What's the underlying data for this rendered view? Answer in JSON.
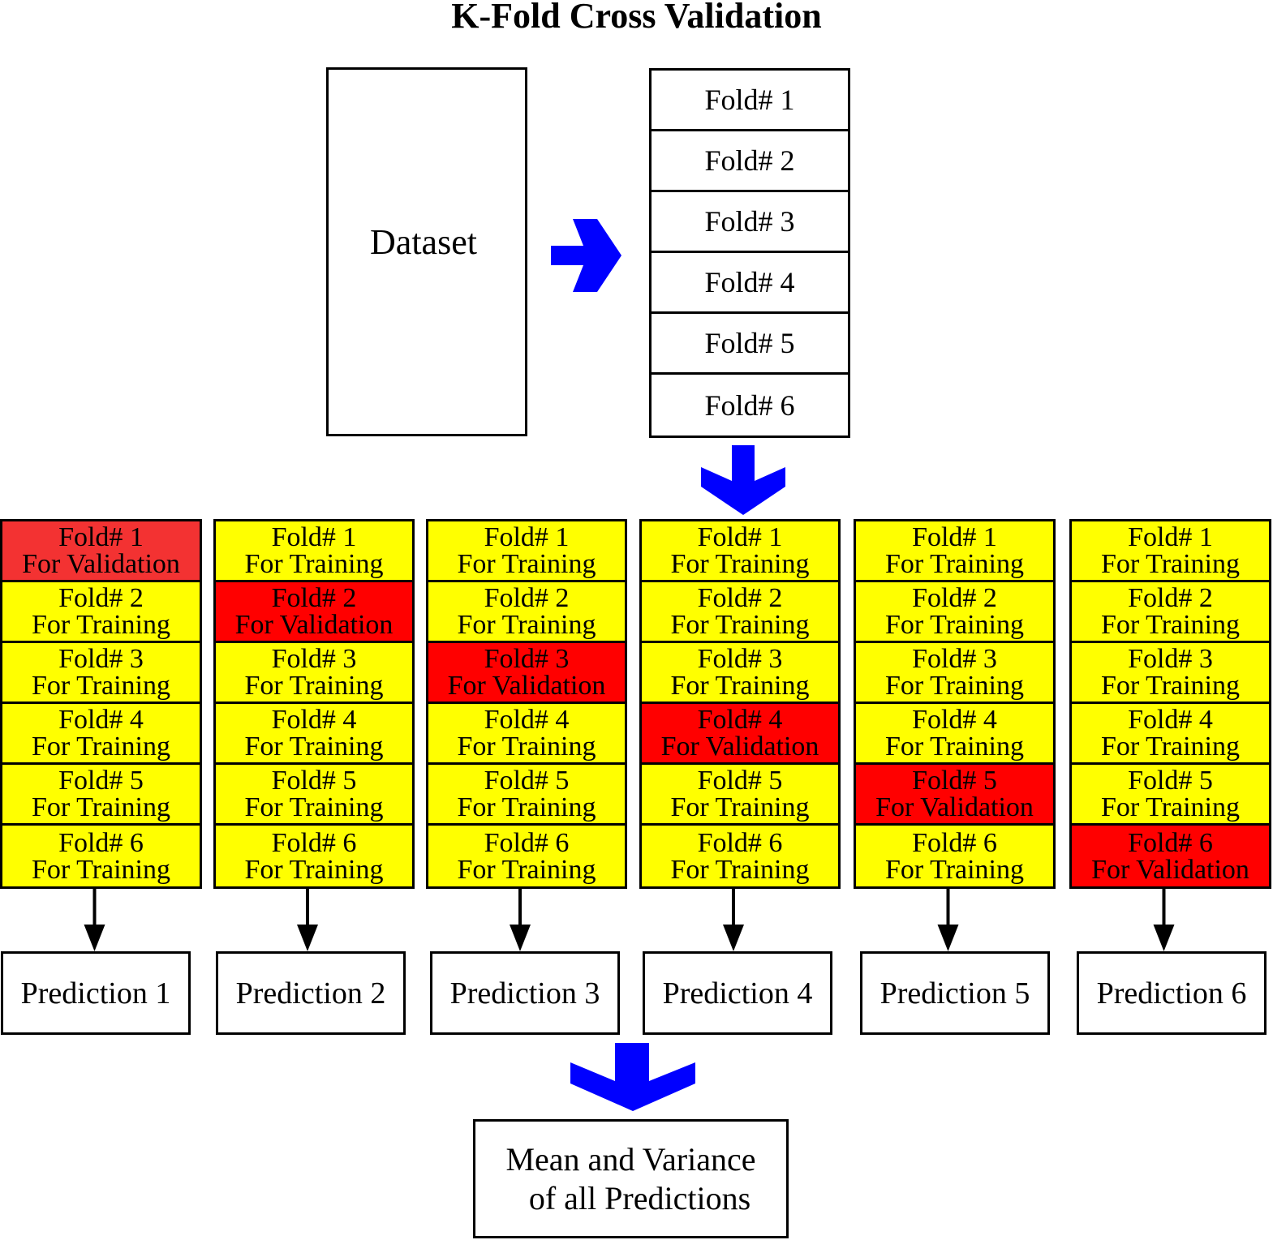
{
  "title": "K-Fold Cross Validation",
  "dataset_label": "Dataset",
  "folds": [
    "Fold# 1",
    "Fold# 2",
    "Fold# 3",
    "Fold# 4",
    "Fold# 5",
    "Fold# 6"
  ],
  "training_label": "For Training",
  "validation_label": "For Validation",
  "colors": {
    "training": "#ffff00",
    "validation": "#ff0000",
    "arrow": "#0000ff"
  },
  "iterations": [
    {
      "validation_fold": 1,
      "prediction": "Prediction 1"
    },
    {
      "validation_fold": 2,
      "prediction": "Prediction 2"
    },
    {
      "validation_fold": 3,
      "prediction": "Prediction 3"
    },
    {
      "validation_fold": 4,
      "prediction": "Prediction 4"
    },
    {
      "validation_fold": 5,
      "prediction": "Prediction 5"
    },
    {
      "validation_fold": 6,
      "prediction": "Prediction 6"
    }
  ],
  "summary": {
    "line1": "Mean and Variance",
    "line2": "of all Predictions"
  }
}
